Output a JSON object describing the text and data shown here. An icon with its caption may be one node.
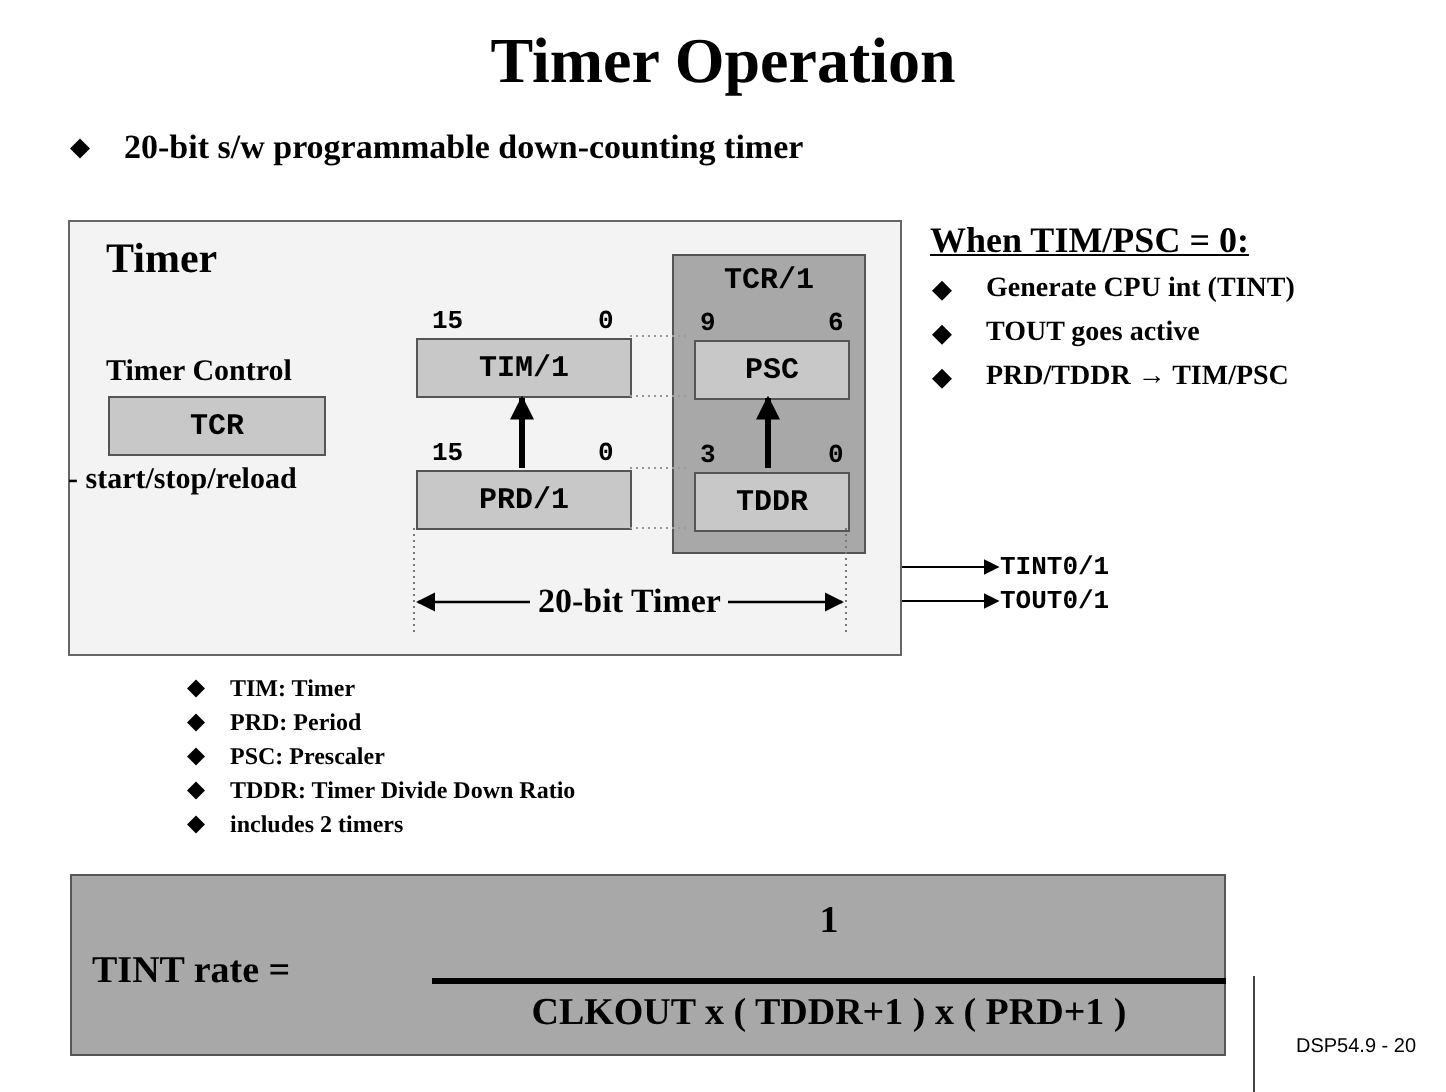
{
  "diagram": {
    "title": "Timer Operation",
    "nodes": [
      {
        "text": [
          "Timer"
        ]
      },
      {
        "text": [
          "TCR"
        ],
        "in": 0,
        "beside": [
          "Timer Control",
          "- start/stop/reload"
        ]
      },
      {
        "text": [
          "TIM/1"
        ],
        "in": 0,
        "beside": [
          "15",
          "0"
        ]
      },
      {
        "text": [
          "PRD/1"
        ],
        "in": 0,
        "beside": [
          "15",
          "0"
        ]
      },
      {
        "text": [
          "TCR/1"
        ],
        "in": 0
      },
      {
        "text": [
          "PSC"
        ],
        "in": 4,
        "beside": [
          "9",
          "6"
        ]
      },
      {
        "text": [
          "TDDR"
        ],
        "in": 4,
        "beside": [
          "3",
          "0"
        ]
      },
      {
        "text": [
          "TINT0/1"
        ]
      },
      {
        "text": [
          "TOUT0/1"
        ]
      },
      {
        "text": [
          "TINT rate =",
          "1",
          "CLKOUT x ( TDDR+1 ) x ( PRD+1 )"
        ]
      }
    ],
    "edges": [
      {
        "from": 3,
        "to": 2,
        "arrow": "to",
        "style": "thick"
      },
      {
        "from": 6,
        "to": 5,
        "arrow": "to",
        "style": "thick"
      },
      {
        "from": 0,
        "to": 7,
        "arrow": "to"
      },
      {
        "from": 0,
        "to": 8,
        "arrow": "to"
      },
      {
        "from": 2,
        "to": 5,
        "arrow": "none",
        "style": "dashed",
        "color": "#999999"
      },
      {
        "from": 2,
        "to": 5,
        "arrow": "none",
        "style": "dashed",
        "color": "#999999"
      },
      {
        "from": 3,
        "to": 6,
        "arrow": "none",
        "style": "dashed",
        "color": "#999999"
      },
      {
        "from": 3,
        "to": 6,
        "arrow": "none",
        "style": "dashed",
        "color": "#999999"
      }
    ],
    "labels": [
      "20-bit s/w programmable down-counting timer",
      "When TIM/PSC = 0:",
      "Generate CPU int (TINT)",
      "TOUT goes active",
      "PRD/TDDR → TIM/PSC",
      "20-bit Timer",
      "TIM: Timer",
      "PRD: Period",
      "PSC: Prescaler",
      "TDDR: Timer Divide Down Ratio",
      "includes 2 timers",
      "DSP54.9 - 20"
    ]
  }
}
